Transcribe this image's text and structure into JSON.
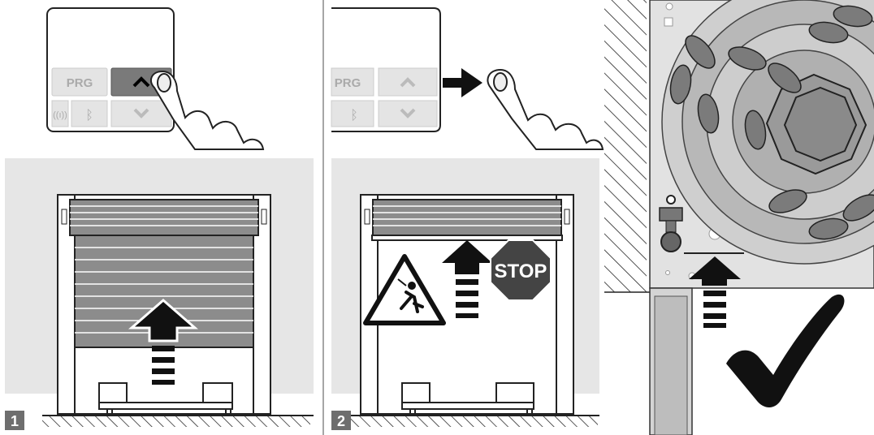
{
  "colors": {
    "accent": "#000000",
    "panel_bg": "#e6e6e6",
    "shutter": "#8c8c8c",
    "key_active": "#7a7a7a",
    "badge": "#6e6e6e",
    "stop_red": "#444444"
  },
  "keypad": {
    "prg_label": "PRG",
    "up_icon": "chevron-up-icon",
    "down_icon": "chevron-down-icon",
    "bluetooth_icon": "bluetooth-icon",
    "radio_icon": "antenna-icon"
  },
  "steps": [
    {
      "number": "1"
    },
    {
      "number": "2"
    }
  ],
  "stop_sign": {
    "text": "STOP"
  }
}
